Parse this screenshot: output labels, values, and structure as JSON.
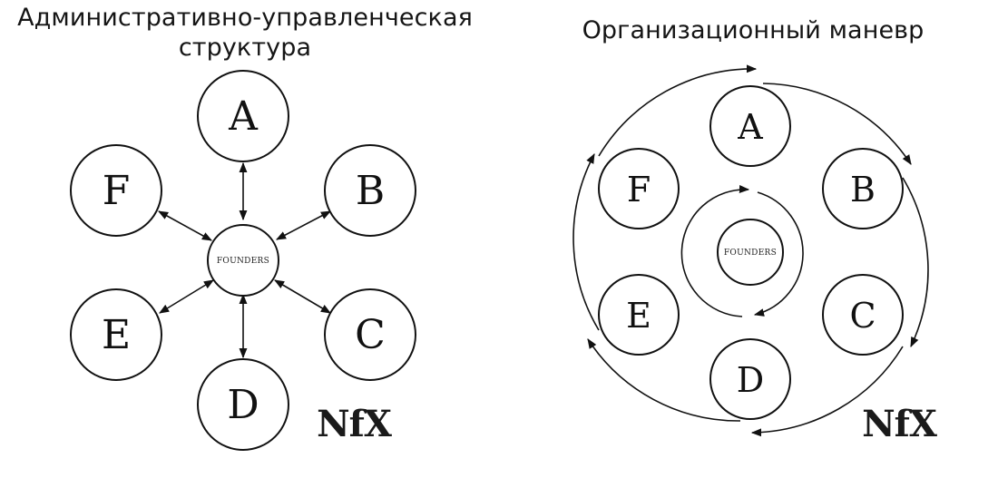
{
  "titles": {
    "left": "Административно-управленческая структура",
    "right": "Организационный маневр"
  },
  "left_diagram": {
    "center": "FOUNDERS",
    "nodes": [
      "A",
      "B",
      "C",
      "D",
      "E",
      "F"
    ],
    "logo": "NfX"
  },
  "right_diagram": {
    "center": "FOUNDERS",
    "nodes": [
      "A",
      "B",
      "C",
      "D",
      "E",
      "F"
    ],
    "logo": "NfX"
  }
}
